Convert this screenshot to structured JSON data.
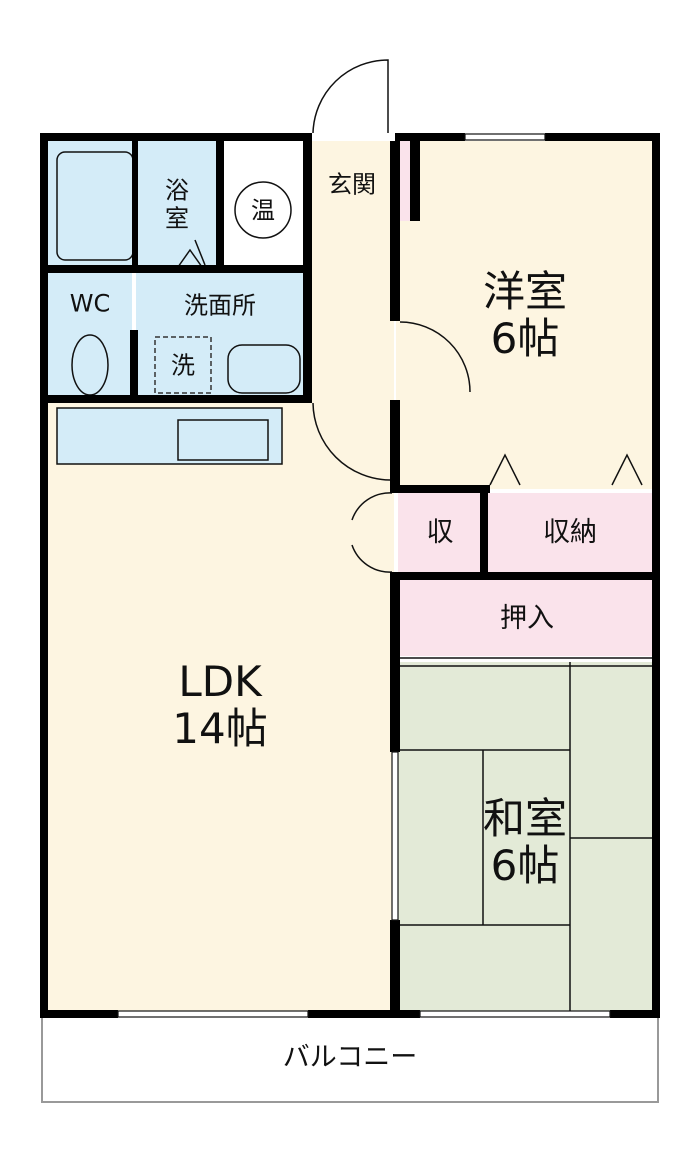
{
  "rooms": {
    "western_room": {
      "name": "洋室",
      "size": "6帖"
    },
    "ldk": {
      "name": "LDK",
      "size": "14帖"
    },
    "japanese_room": {
      "name": "和室",
      "size": "6帖"
    },
    "bathroom": "浴室",
    "water_heater": "温",
    "entrance": "玄関",
    "toilet": "WC",
    "washroom": "洗面所",
    "washer": "洗",
    "closet_small": "収",
    "closet": "収納",
    "oshiire": "押入",
    "balcony": "バルコニー"
  },
  "colors": {
    "floor": "#fdf5e1",
    "wet_area": "#d4ecf8",
    "storage": "#fae3eb",
    "tatami": "#e3ead7",
    "wall": "#000000"
  }
}
